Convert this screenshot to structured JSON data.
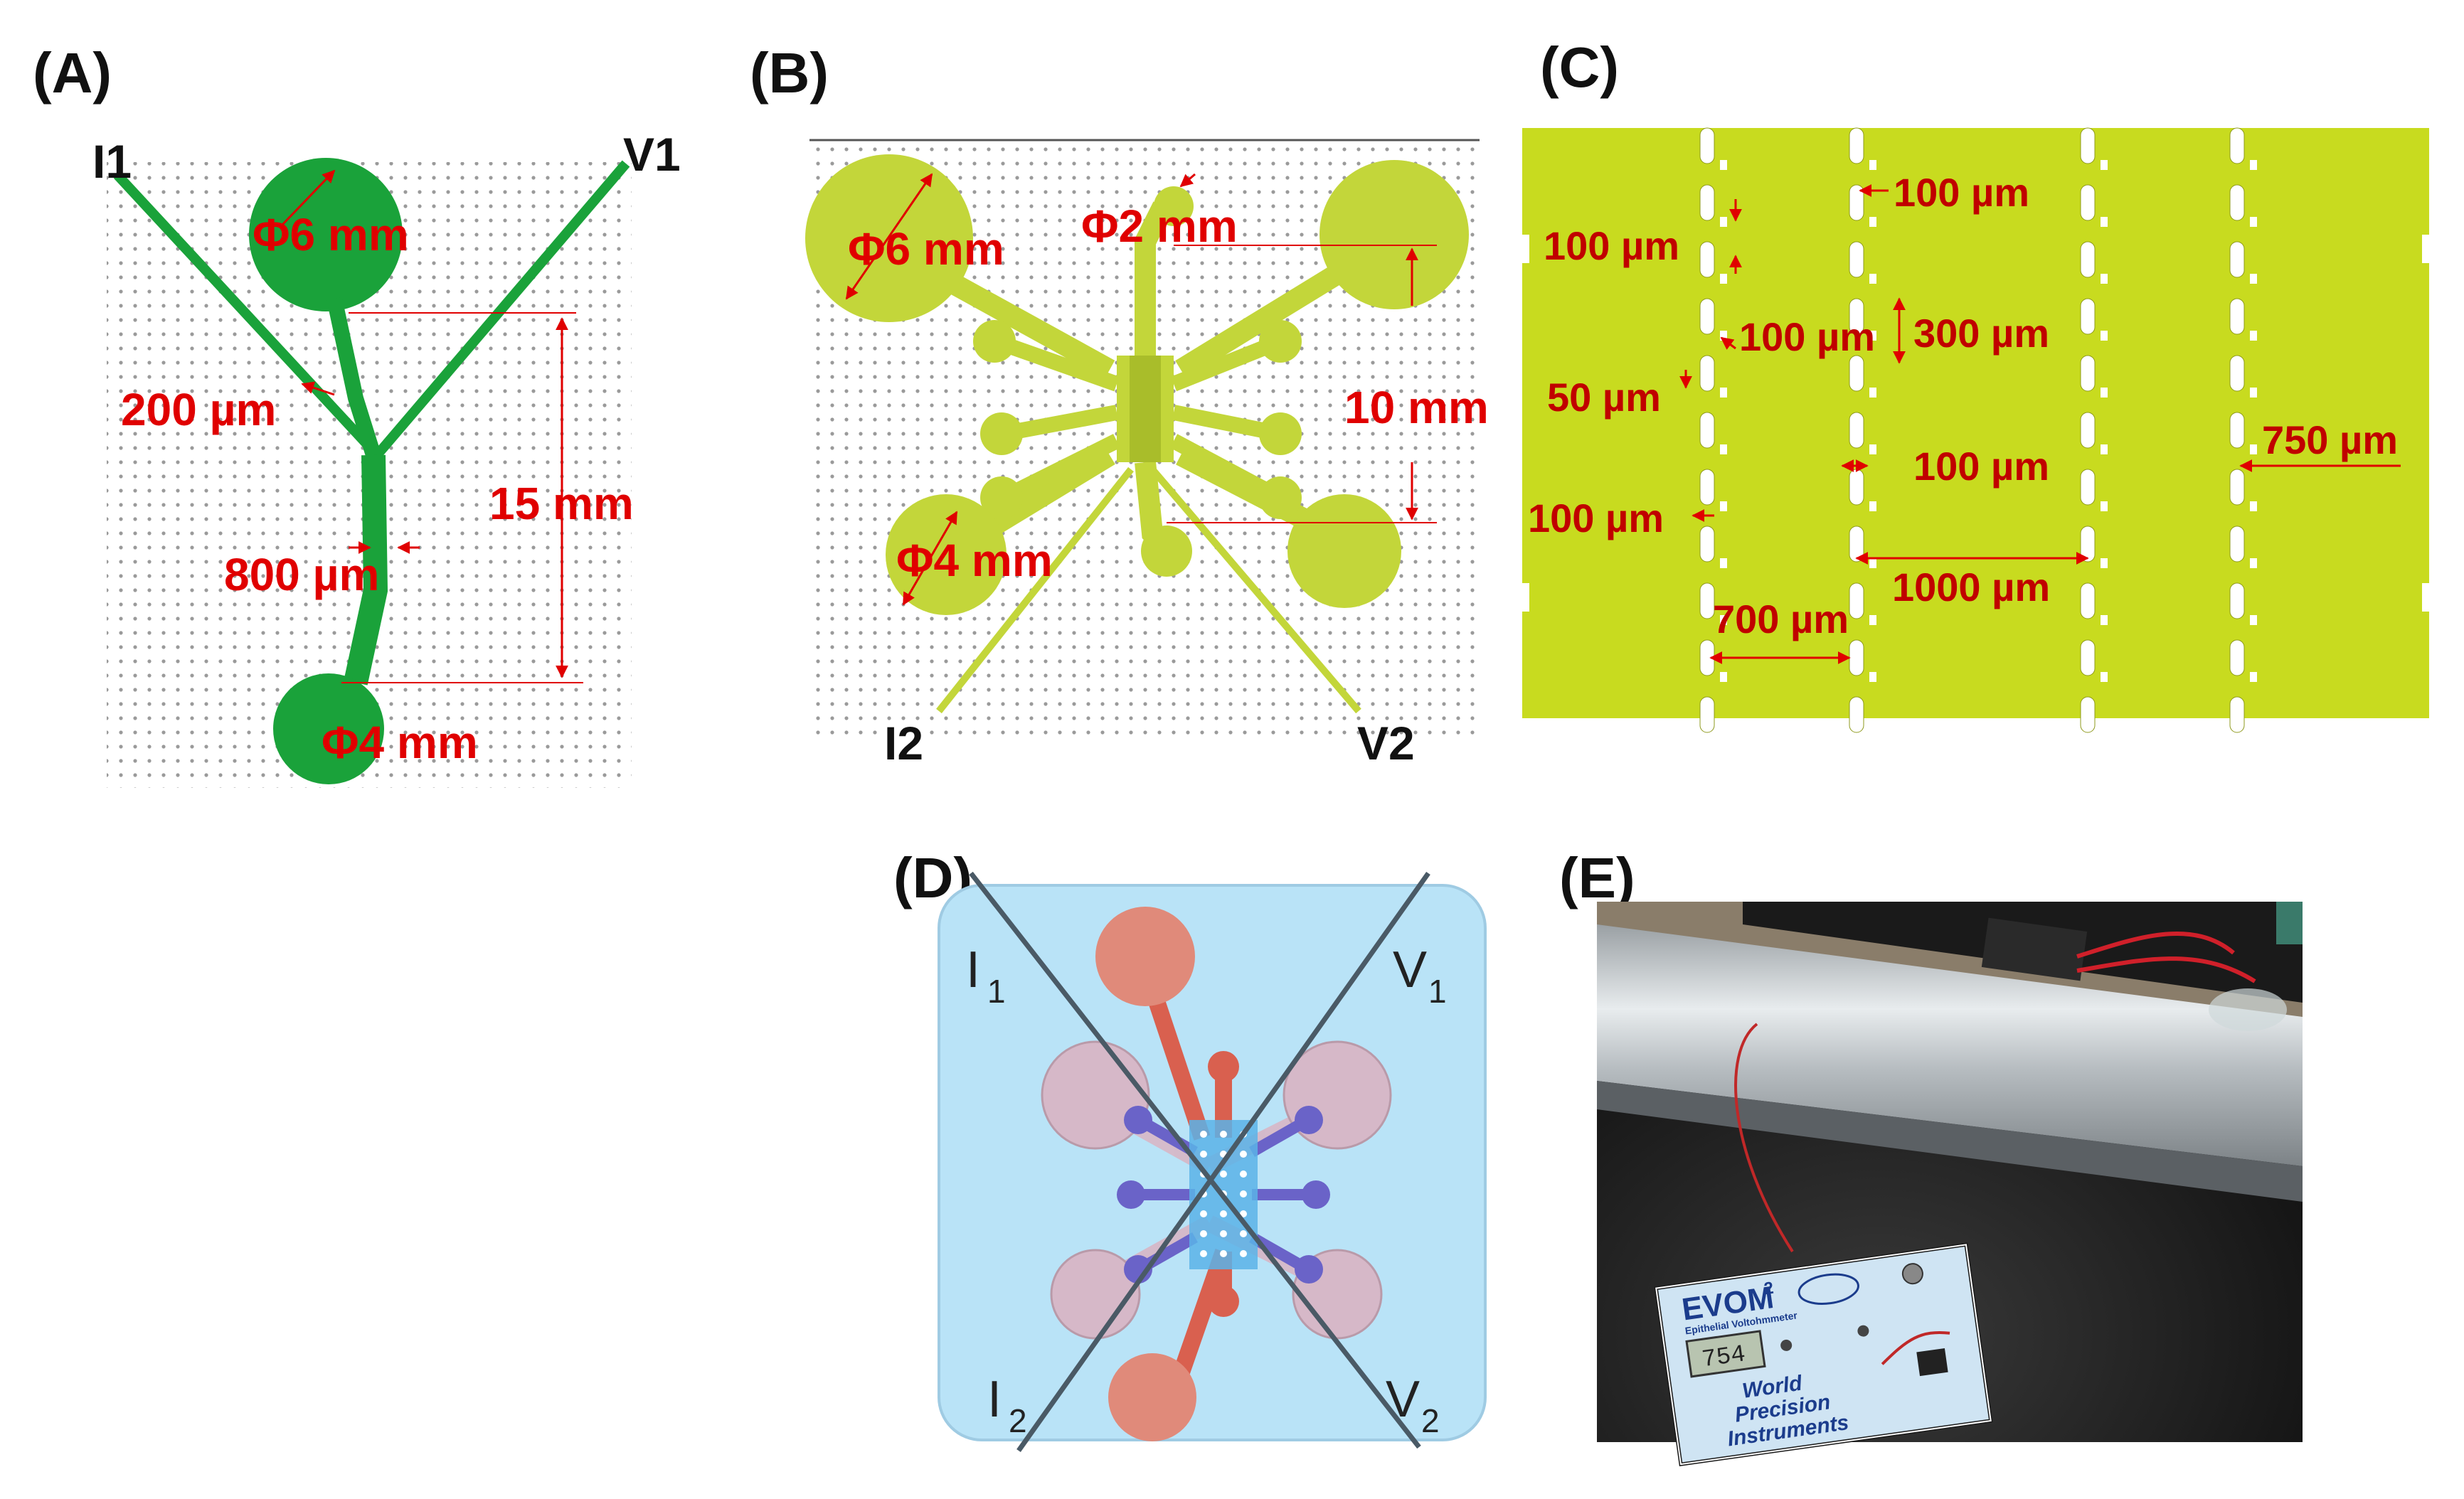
{
  "panels": {
    "a": {
      "label": "(A)",
      "terminals": {
        "i1": "I1",
        "v1": "V1"
      },
      "dims": {
        "inlet_large": "Φ6 mm",
        "channel_narrow": "200 µm",
        "length": "15 mm",
        "channel_wide": "800 µm",
        "inlet_small": "Φ4 mm"
      },
      "colors": {
        "device": "#1aa23a",
        "dim": "#e00000"
      }
    },
    "b": {
      "label": "(B)",
      "terminals": {
        "i2": "I2",
        "v2": "V2"
      },
      "dims": {
        "inlet_large": "Φ6 mm",
        "inlet_mid": "Φ2 mm",
        "spacing": "10 mm",
        "inlet_small": "Φ4 mm"
      },
      "colors": {
        "device": "#c3d63a",
        "dim": "#e00000"
      }
    },
    "c": {
      "label": "(C)",
      "dims": [
        "100 µm",
        "100 µm",
        "300 µm",
        "100 µm",
        "50 µm",
        "100 µm",
        "100 µm",
        "750 µm",
        "1000 µm",
        "700 µm"
      ],
      "colors": {
        "fill": "#c8db1f",
        "dim": "#c00000"
      }
    },
    "d": {
      "label": "(D)",
      "terminals": {
        "i1": "I",
        "i1_sub": "1",
        "v1": "V",
        "v1_sub": "1",
        "i2": "I",
        "i2_sub": "2",
        "v2": "V",
        "v2_sub": "2"
      },
      "colors": {
        "chip": "#b9e3f7",
        "reservoir": "#d6b8c8",
        "channel_red": "#d9604f",
        "channel_blue": "#6a63c8"
      }
    },
    "e": {
      "label": "(E)",
      "device": {
        "brand": "EVOM",
        "brand_sup": "2",
        "subtitle": "Epithelial Voltohmmeter",
        "reading": "754",
        "maker_line1": "World",
        "maker_line2": "Precision",
        "maker_line3": "Instruments"
      }
    }
  }
}
